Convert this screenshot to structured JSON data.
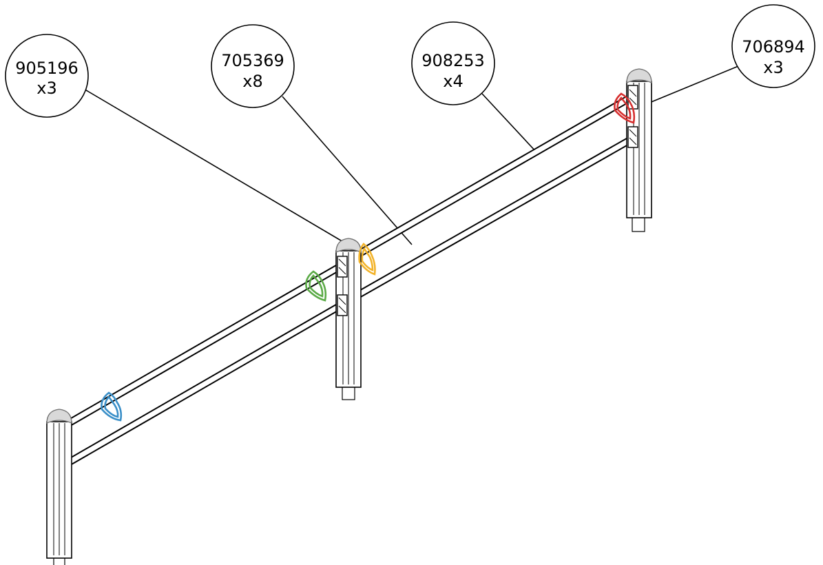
{
  "callouts": [
    {
      "part_number": "905196",
      "quantity": "x3"
    },
    {
      "part_number": "705369",
      "quantity": "x8"
    },
    {
      "part_number": "908253",
      "quantity": "x4"
    },
    {
      "part_number": "706894",
      "quantity": "x3"
    }
  ],
  "colors": {
    "clip_blue": "#3a8fc8",
    "clip_green": "#5aaa46",
    "clip_yellow": "#f2b32a",
    "clip_red": "#d62f2f",
    "post_cap": "#d9d9d9"
  }
}
